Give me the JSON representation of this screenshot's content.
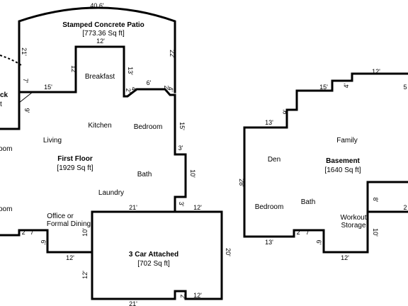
{
  "first_floor": {
    "patio_title": "Stamped Concrete Patio",
    "patio_area": "[773.36 Sq ft]",
    "title": "First Floor",
    "area": "[1929 Sq ft]",
    "rooms": {
      "breakfast": "Breakfast",
      "kitchen": "Kitchen",
      "bedroom": "Bedroom",
      "living": "Living",
      "bath": "Bath",
      "laundry": "Laundry",
      "office_line1": "Office or",
      "office_line2": "Formal Dining",
      "room_left_top": "oom",
      "room_left_bottom": "oom",
      "deck_partial": "ck",
      "deck_partial2": "t"
    },
    "dims": {
      "top": "40.6'",
      "patio_inner_top": "12'",
      "left_21": "21'",
      "left_7": "7'",
      "mid_12": "12'",
      "mid_15": "15'",
      "mid_13": "13'",
      "right_22": "22'",
      "step_6": "6'",
      "step_2a": "2'",
      "step_4a": "4'",
      "step_4b": "4'",
      "step_2b": "2'",
      "right_15": "15'",
      "right_3": "3'",
      "right_10": "10'",
      "right_3b": "3'",
      "left_9": "9'",
      "garage_top_21": "21'",
      "garage_top_12": "12'",
      "bottom_2": "2'",
      "bottom_7": "7'",
      "bottom_6": "6'",
      "bottom_12": "12'",
      "garage_left_10": "10'",
      "garage_left_12": "12'",
      "garage_right_20": "20'",
      "garage_bottom_21": "21'",
      "garage_bottom_2": "2'",
      "garage_bottom_12": "12'"
    }
  },
  "garage": {
    "title": "3 Car Attached",
    "area": "[702 Sq ft]"
  },
  "basement": {
    "title": "Basement",
    "area": "[1640 Sq ft]",
    "rooms": {
      "family": "Family",
      "den": "Den",
      "bedroom": "Bedroom",
      "bath": "Bath",
      "workout": "Workout",
      "storage": "Storage"
    },
    "dims": {
      "top_12": "12'",
      "top_15": "15'",
      "top_4": "4'",
      "top_5": "5",
      "left_9": "9'",
      "left_13": "13'",
      "left_28": "28'",
      "bottom_13": "13'",
      "bottom_2": "2'",
      "bottom_7": "7'",
      "bottom_6": "6'",
      "bottom_12": "12'",
      "right_8": "8'",
      "right_10": "10'",
      "right_2": "2"
    }
  }
}
